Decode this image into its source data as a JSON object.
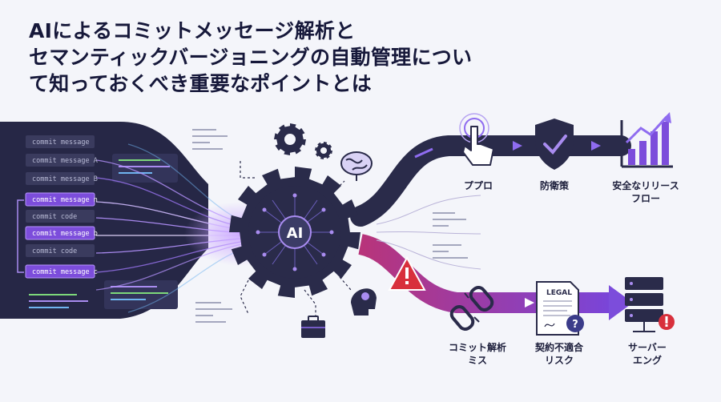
{
  "title": {
    "line1": "AIによるコミットメッセージ解析と",
    "line2": "セマンティックバージョニングの自動管理につい",
    "line3": "て知っておくべき重要なポイントとは"
  },
  "commits": [
    {
      "label": "commit message",
      "highlight": false
    },
    {
      "label": "commit message A",
      "highlight": false
    },
    {
      "label": "commit message B",
      "highlight": false
    },
    {
      "label": "commit message n",
      "highlight": true
    },
    {
      "label": "commit code",
      "highlight": false
    },
    {
      "label": "commit message b",
      "highlight": true
    },
    {
      "label": "commit code",
      "highlight": false
    },
    {
      "label": "commit message c",
      "highlight": true
    }
  ],
  "engine": {
    "label": "AI"
  },
  "benefits": [
    {
      "line1": "ププロ",
      "line2": "",
      "icon": "hand-pointer-icon"
    },
    {
      "line1": "防衛策",
      "line2": "",
      "icon": "shield-check-icon"
    },
    {
      "line1": "安全なリリース",
      "line2": "フロー",
      "icon": "growth-chart-icon"
    }
  ],
  "risks": [
    {
      "line1": "コミット解析",
      "line2": "ミス",
      "icon": "broken-chain-icon"
    },
    {
      "line1": "契約不適合",
      "line2": "リスク",
      "icon": "legal-document-icon"
    },
    {
      "line1": "サーバー",
      "line2": "エング",
      "icon": "server-error-icon"
    }
  ],
  "legal_doc": {
    "header": "LEGAL"
  },
  "colors": {
    "navy": "#2a2b4a",
    "purple": "#7c4ddb",
    "light_purple": "#a98cf0",
    "red": "#d8303c",
    "background": "#f4f5fa"
  }
}
